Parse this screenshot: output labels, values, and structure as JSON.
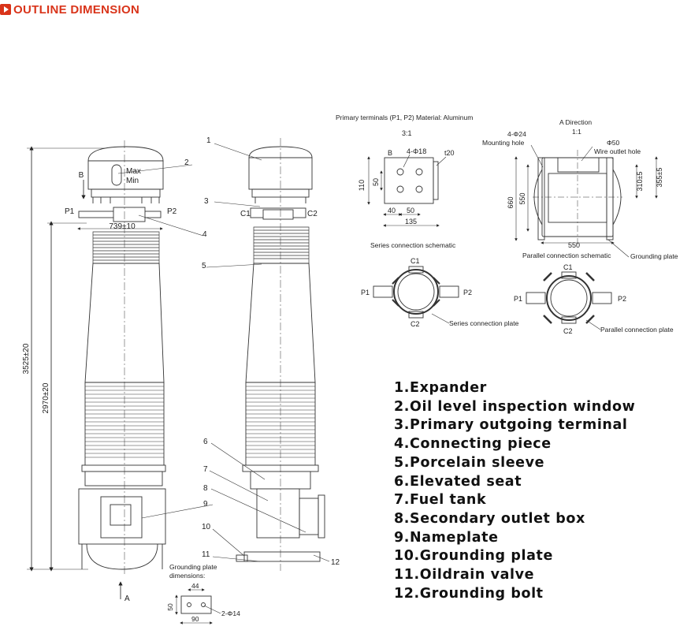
{
  "header": {
    "title": "OUTLINE DIMENSION",
    "icon": "play-icon",
    "accent_color": "#d9341a"
  },
  "side_view": {
    "dim_overall": "3525±20",
    "dim_lower": "2970±20",
    "dim_terminal": "739±10",
    "label_b": "B",
    "label_max": "Max",
    "label_min": "Min",
    "label_p1": "P1",
    "label_p2": "P2",
    "label_a": "A"
  },
  "front_view": {
    "callouts": [
      "1",
      "2",
      "3",
      "4",
      "5",
      "6",
      "7",
      "8",
      "9",
      "10",
      "11",
      "12"
    ],
    "label_c1": "C1",
    "label_c2": "C2"
  },
  "primary_terminal": {
    "title": "Primary terminals (P1, P2) Material: Aluminum",
    "scale": "3:1",
    "label_b": "B",
    "holes": "4-Φ18",
    "thickness": "t20",
    "dim_110": "110",
    "dim_50v": "50",
    "dim_40": "40",
    "dim_50h": "50",
    "dim_135": "135"
  },
  "a_direction": {
    "title": "A Direction",
    "scale": "1:1",
    "mounting_holes": "4-Φ24",
    "mounting_hole_label": "Mounting hole",
    "wire_dia": "Φ50",
    "wire_outlet_label": "Wire outlet hole",
    "dim_660": "660",
    "dim_550v": "550",
    "dim_310": "310±5",
    "dim_355": "355±5",
    "dim_550h": "550",
    "grounding_plate_label": "Grounding plate"
  },
  "series_schematic": {
    "title": "Series connection schematic",
    "c1": "C1",
    "c2": "C2",
    "p1": "P1",
    "p2": "P2",
    "plate_label": "Series connection plate"
  },
  "parallel_schematic": {
    "title": "Parallel connection schematic",
    "c1": "C1",
    "c2": "C2",
    "p1": "P1",
    "p2": "P2",
    "plate_label": "Parallel connection plate"
  },
  "grounding_plate": {
    "title_line1": "Grounding plate",
    "title_line2": "dimensions:",
    "dim_44": "44",
    "dim_50": "50",
    "dim_90": "90",
    "holes": "2-Φ14"
  },
  "legend": [
    "1.Expander",
    "2.Oil level inspection window",
    "3.Primary outgoing terminal",
    "4.Connecting piece",
    "5.Porcelain sleeve",
    "6.Elevated seat",
    "7.Fuel tank",
    "8.Secondary outlet box",
    "9.Nameplate",
    "10.Grounding plate",
    "11.Oildrain valve",
    "12.Grounding bolt"
  ]
}
